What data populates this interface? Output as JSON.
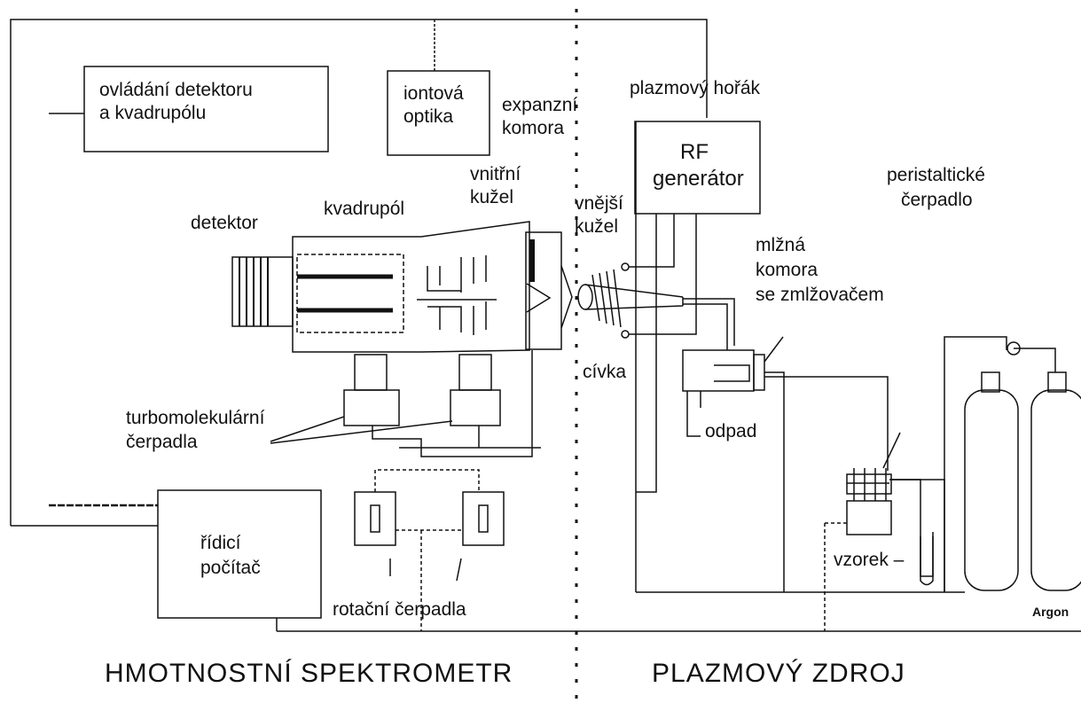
{
  "labels": {
    "control_line1": "ovládání   detektoru",
    "control_line2": "a kvadrupólu",
    "ion_optics_line1": "iontová",
    "ion_optics_line2": "optika",
    "expansion_line1": "expanzní",
    "expansion_line2": "komora",
    "plasma_torch": "plazmový hořák",
    "rf_line1": "RF",
    "rf_line2": "generátor",
    "inner_cone_line1": "vnitřní",
    "inner_cone_line2": "kužel",
    "outer_cone_line1": "vnější",
    "outer_cone_line2": "kužel",
    "peristaltic_line1": "peristaltické",
    "peristaltic_line2": "čerpadlo",
    "detector": "detektor",
    "quadrupole": "kvadrupól",
    "spray_line1": "mlžná",
    "spray_line2": "komora",
    "spray_line3": "se zmlžovačem",
    "coil": "cívka",
    "waste": "odpad",
    "turbo_line1": "turbomolekulární",
    "turbo_line2": "čerpadla",
    "computer_line1": "řídicí",
    "computer_line2": "počítač",
    "rotary": "rotační čerpadla",
    "sample": "vzorek –",
    "argon": "Argon",
    "mass_spec": "HMOTNOSTNÍ  SPEKTROMETR",
    "plasma_source": "PLAZMOVÝ  ZDROJ"
  }
}
